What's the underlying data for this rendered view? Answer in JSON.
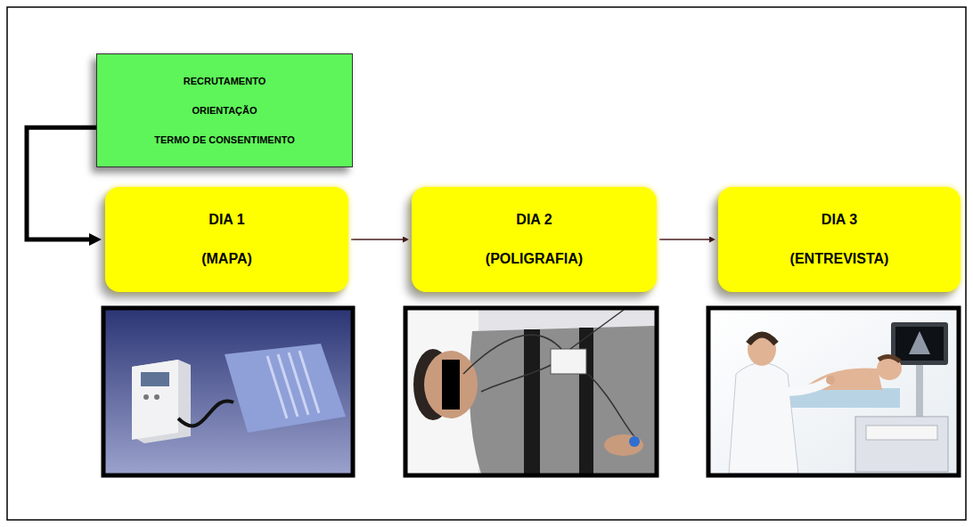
{
  "diagram": {
    "nodes": [
      {
        "text": [
          "RECRUTAMENTO",
          "ORIENTAÇÃO",
          "TERMO DE CONSENTIMENTO"
        ]
      },
      {
        "text": [
          "DIA 1",
          "(MAPA)"
        ]
      },
      {
        "text": [
          "DIA 2",
          "(POLIGRAFIA)"
        ]
      },
      {
        "text": [
          "DIA 3",
          "(ENTREVISTA)"
        ]
      }
    ],
    "edges": [
      {
        "from": 0,
        "to": 1,
        "arrow": "to"
      },
      {
        "from": 1,
        "to": 2,
        "arrow": "to"
      },
      {
        "from": 2,
        "to": 3,
        "arrow": "to"
      }
    ]
  }
}
